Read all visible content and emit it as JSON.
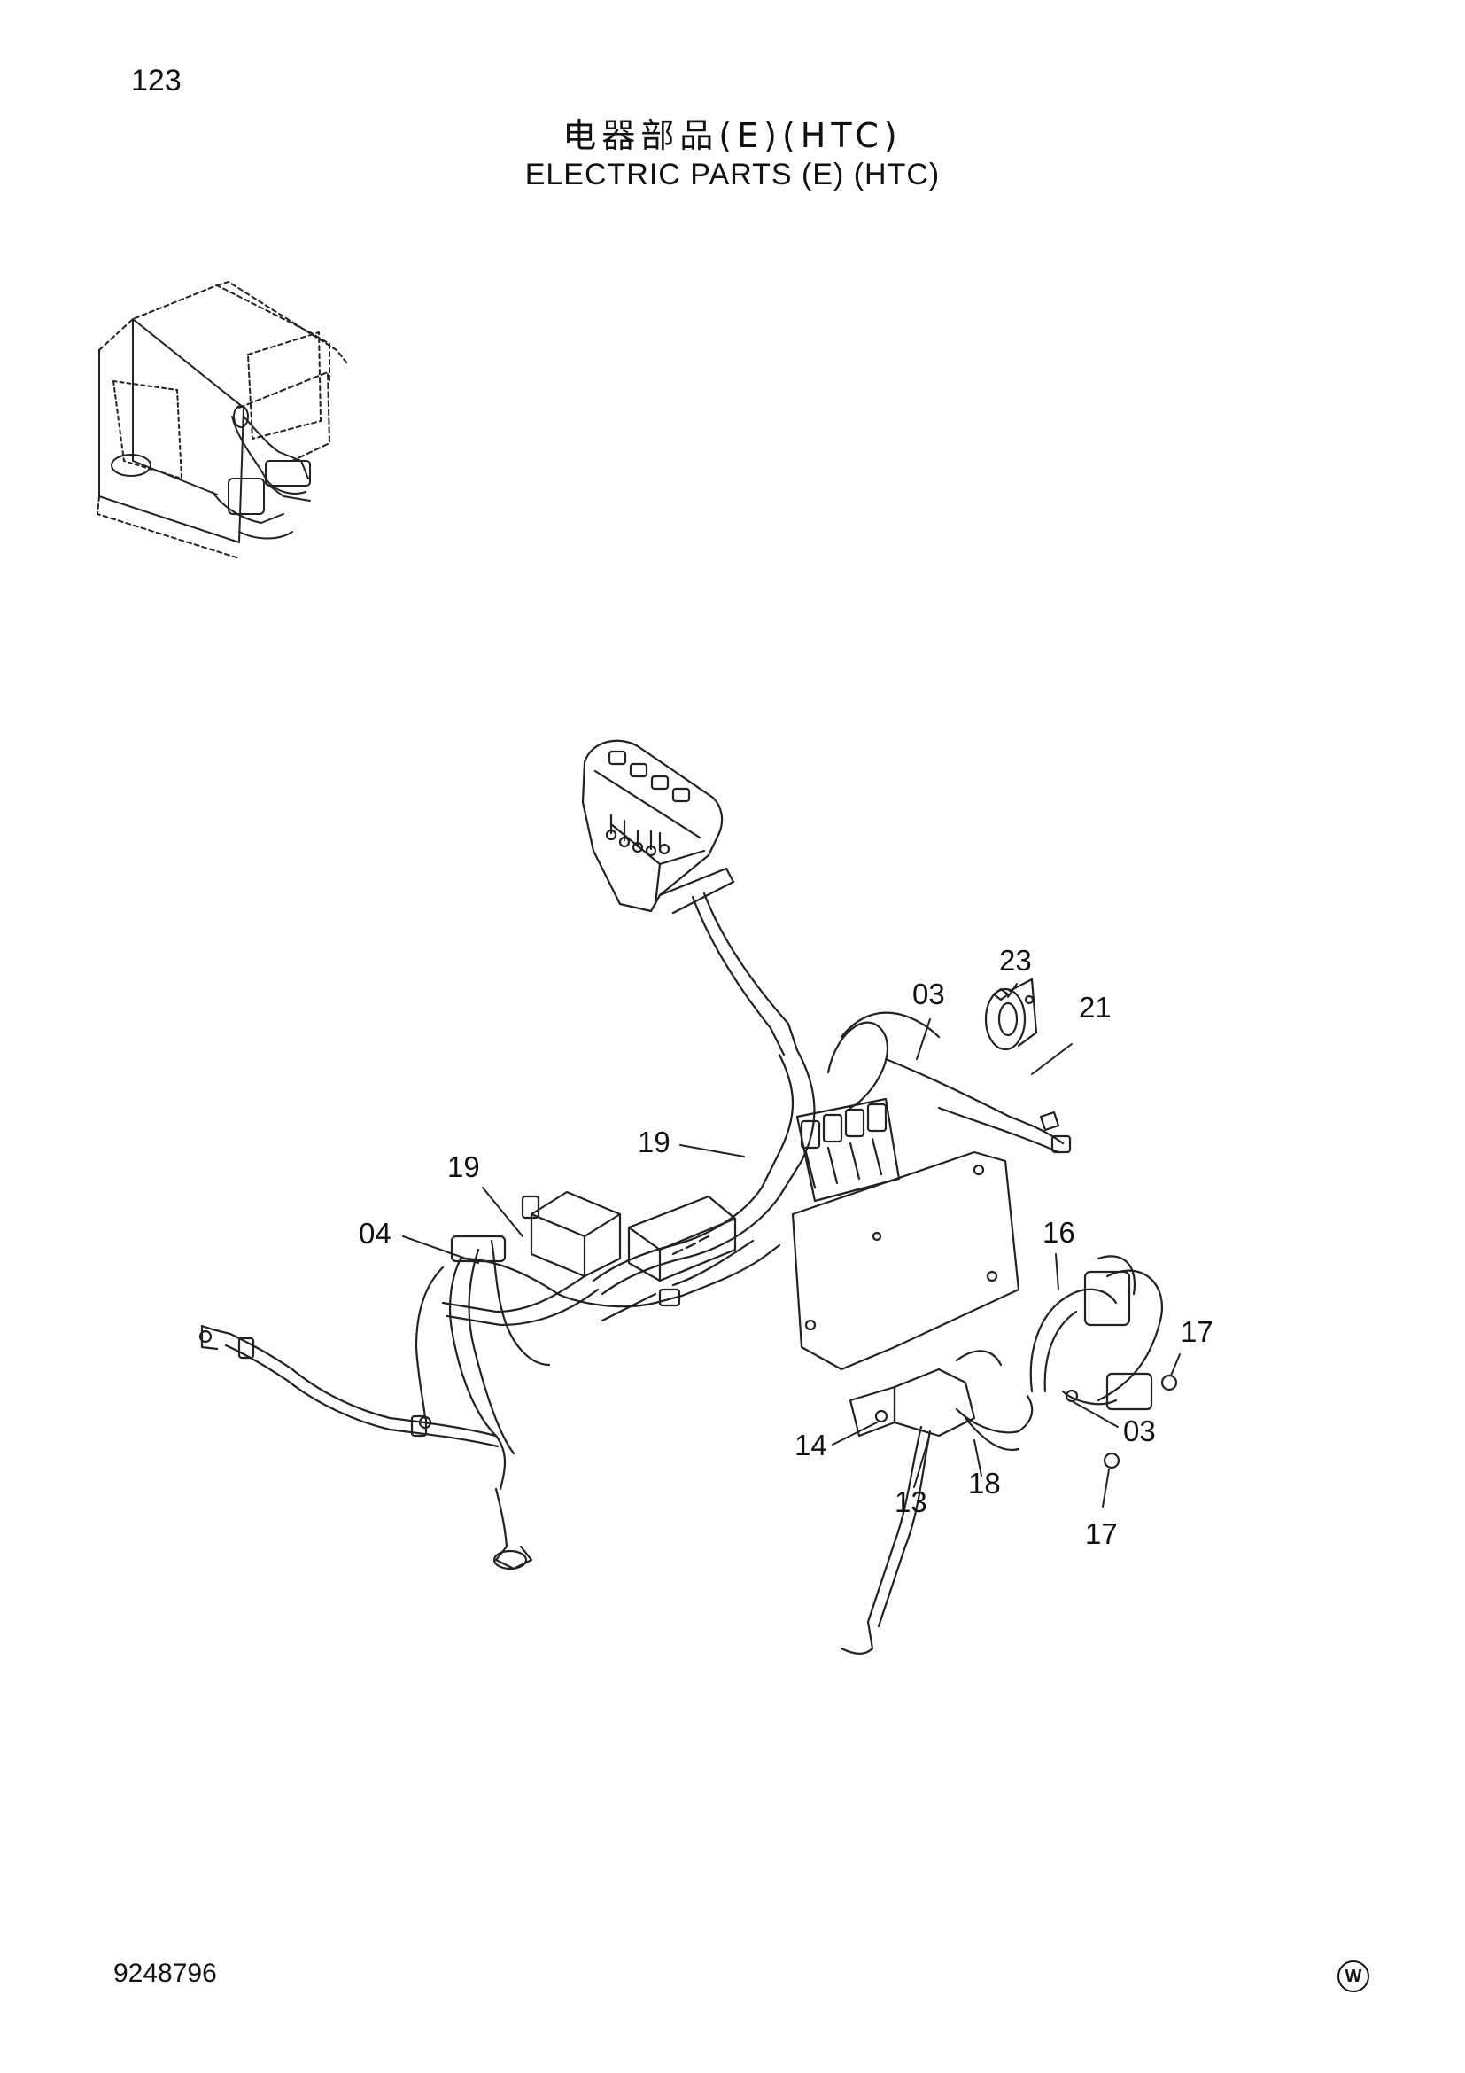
{
  "header": {
    "page_number": "123",
    "title_cn": "电器部品(E)(HTC)",
    "title_en": "ELECTRIC PARTS (E) (HTC)"
  },
  "footer": {
    "document_number": "9248796",
    "mark": "W"
  },
  "callouts": {
    "c23": "23",
    "c03_top": "03",
    "c21": "21",
    "c19_center": "19",
    "c19_left": "19",
    "c04": "04",
    "c16": "16",
    "c17_right": "17",
    "c03_right": "03",
    "c14": "14",
    "c13": "13",
    "c18": "18",
    "c17_bottom": "17"
  }
}
